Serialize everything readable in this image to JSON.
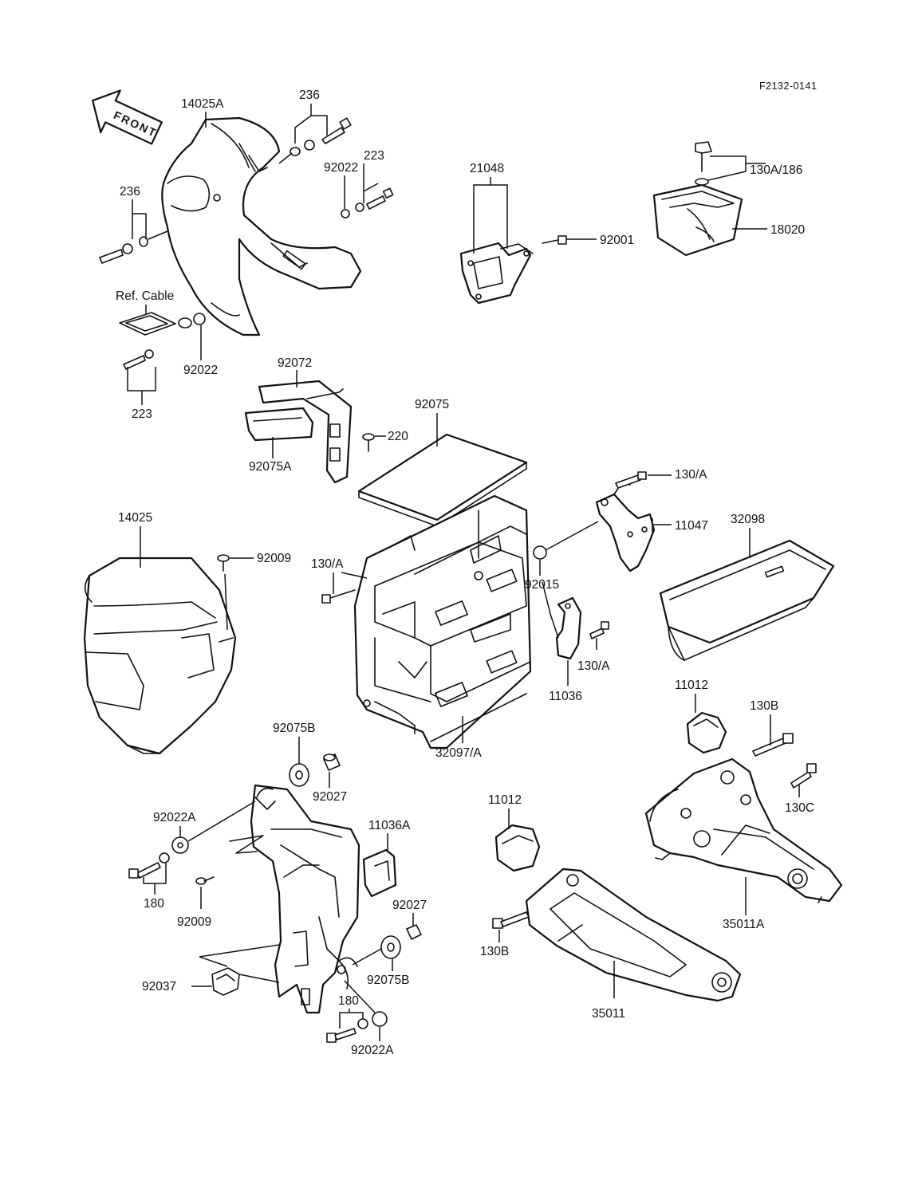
{
  "drawing_code": "F2132-0141",
  "front_marker": "FRONT",
  "callouts": {
    "c14025A": "14025A",
    "c236_top": "236",
    "c236_left": "236",
    "c92022_top": "92022",
    "c223_top": "223",
    "c_ref_cable": "Ref. Cable",
    "c92022_mid": "92022",
    "c223_bottom": "223",
    "c21048": "21048",
    "c92001": "92001",
    "c130A186": "130A/186",
    "c18020": "18020",
    "c92072": "92072",
    "c92075A": "92075A",
    "c220": "220",
    "c92075": "92075",
    "c130A_top": "130/A",
    "c11047": "11047",
    "c32098": "32098",
    "c14025": "14025",
    "c92009_top": "92009",
    "c130A_left": "130/A",
    "c92015": "92015",
    "c130A_right": "130/A",
    "c11036": "11036",
    "c32097A": "32097/A",
    "c11012_right": "11012",
    "c130B_right": "130B",
    "c130C": "130C",
    "c35011A": "35011A",
    "c92075B_top": "92075B",
    "c92027_top": "92027",
    "c92022A_top": "92022A",
    "c11036A": "11036A",
    "c180_left": "180",
    "c92009_bottom": "92009",
    "c92027_bottom": "92027",
    "c92075B_bottom": "92075B",
    "c92037": "92037",
    "c180_bottom": "180",
    "c92022A_bottom": "92022A",
    "c11012_mid": "11012",
    "c130B_bottom": "130B",
    "c35011": "35011"
  }
}
